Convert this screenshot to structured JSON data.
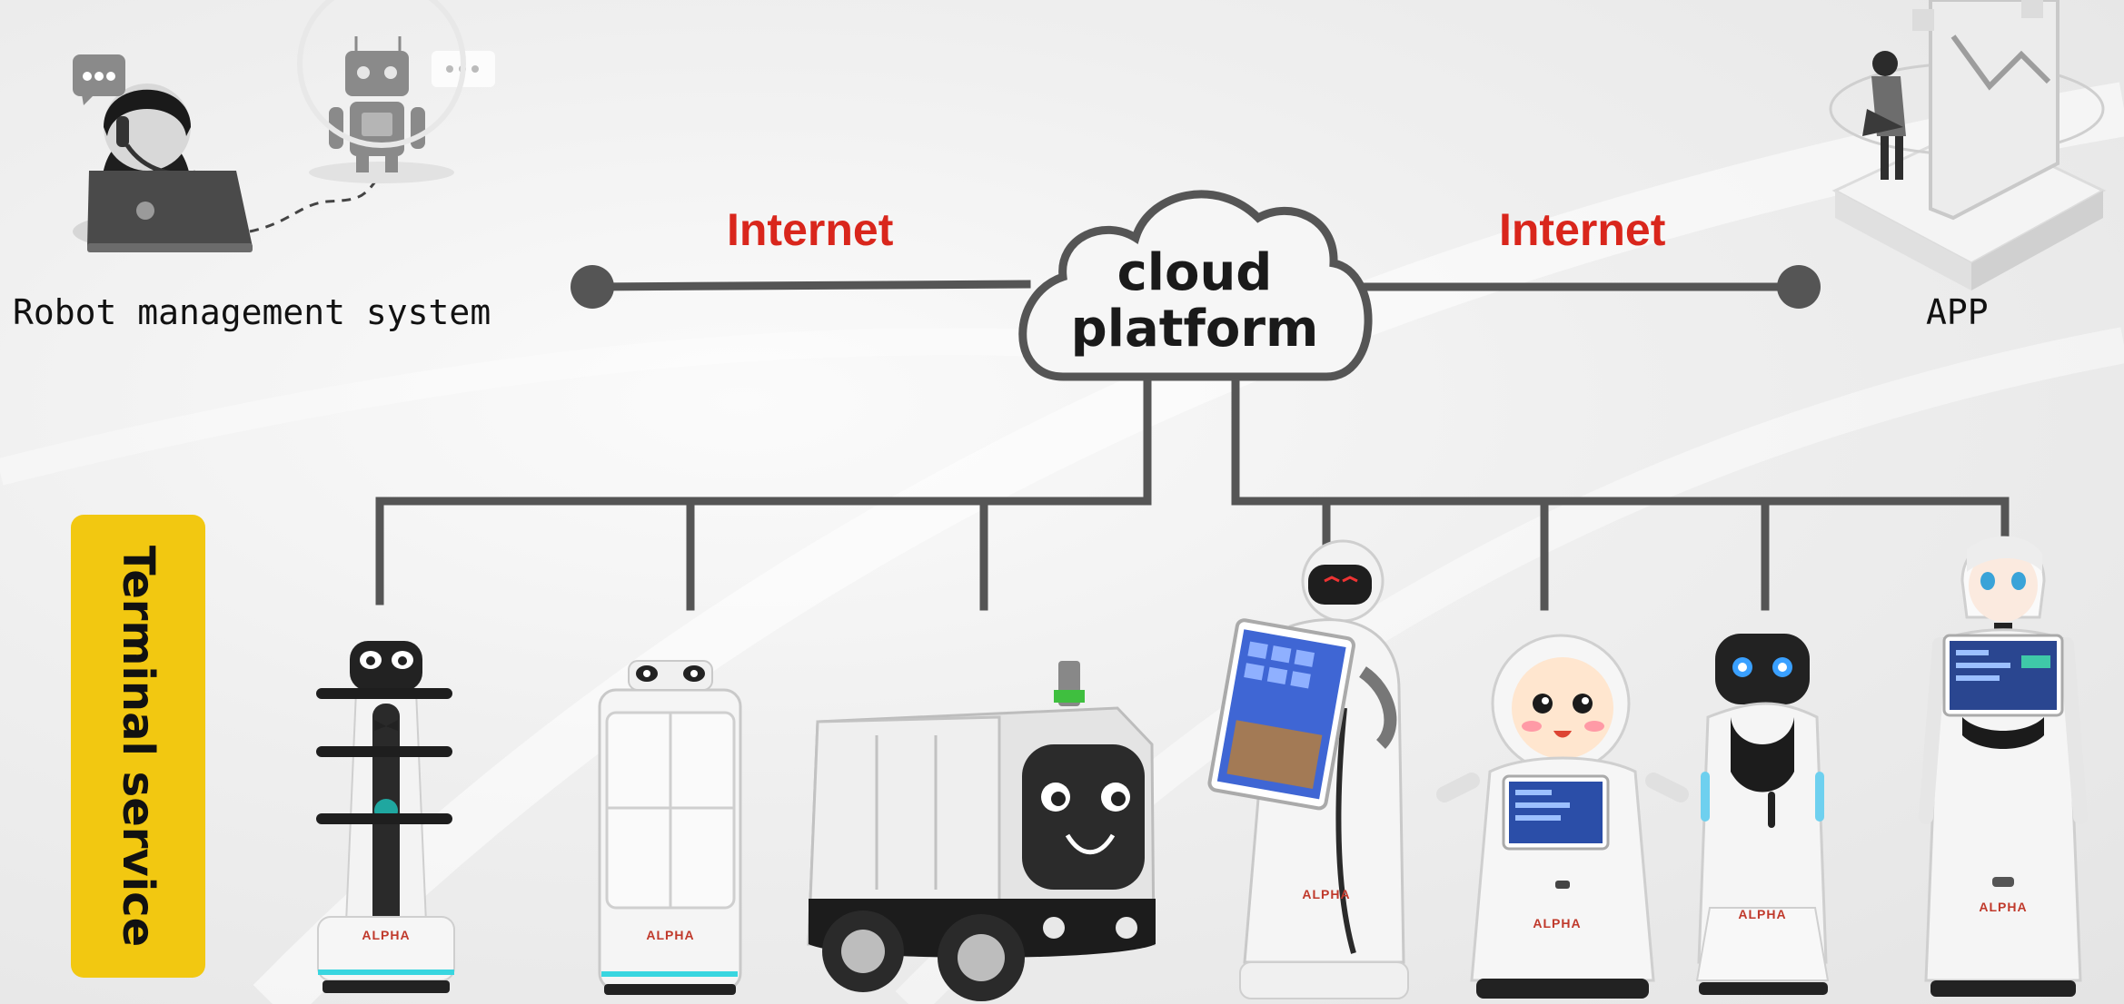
{
  "nodes": {
    "management_label": "Robot management system",
    "app_label": "APP",
    "cloud_line1": "cloud",
    "cloud_line2": "platform",
    "internet_left": "Internet",
    "internet_right": "Internet",
    "terminal_label": "Terminal service"
  },
  "robots": {
    "brand": "ALPHA"
  },
  "colors": {
    "line": "#555555",
    "internet_text": "#d9261c",
    "terminal_badge": "#f2c811"
  },
  "icons": [
    "headset-operator-icon",
    "chat-bubble-icon",
    "robot-chatbot-icon",
    "phone-app-icon",
    "cloud-icon"
  ]
}
